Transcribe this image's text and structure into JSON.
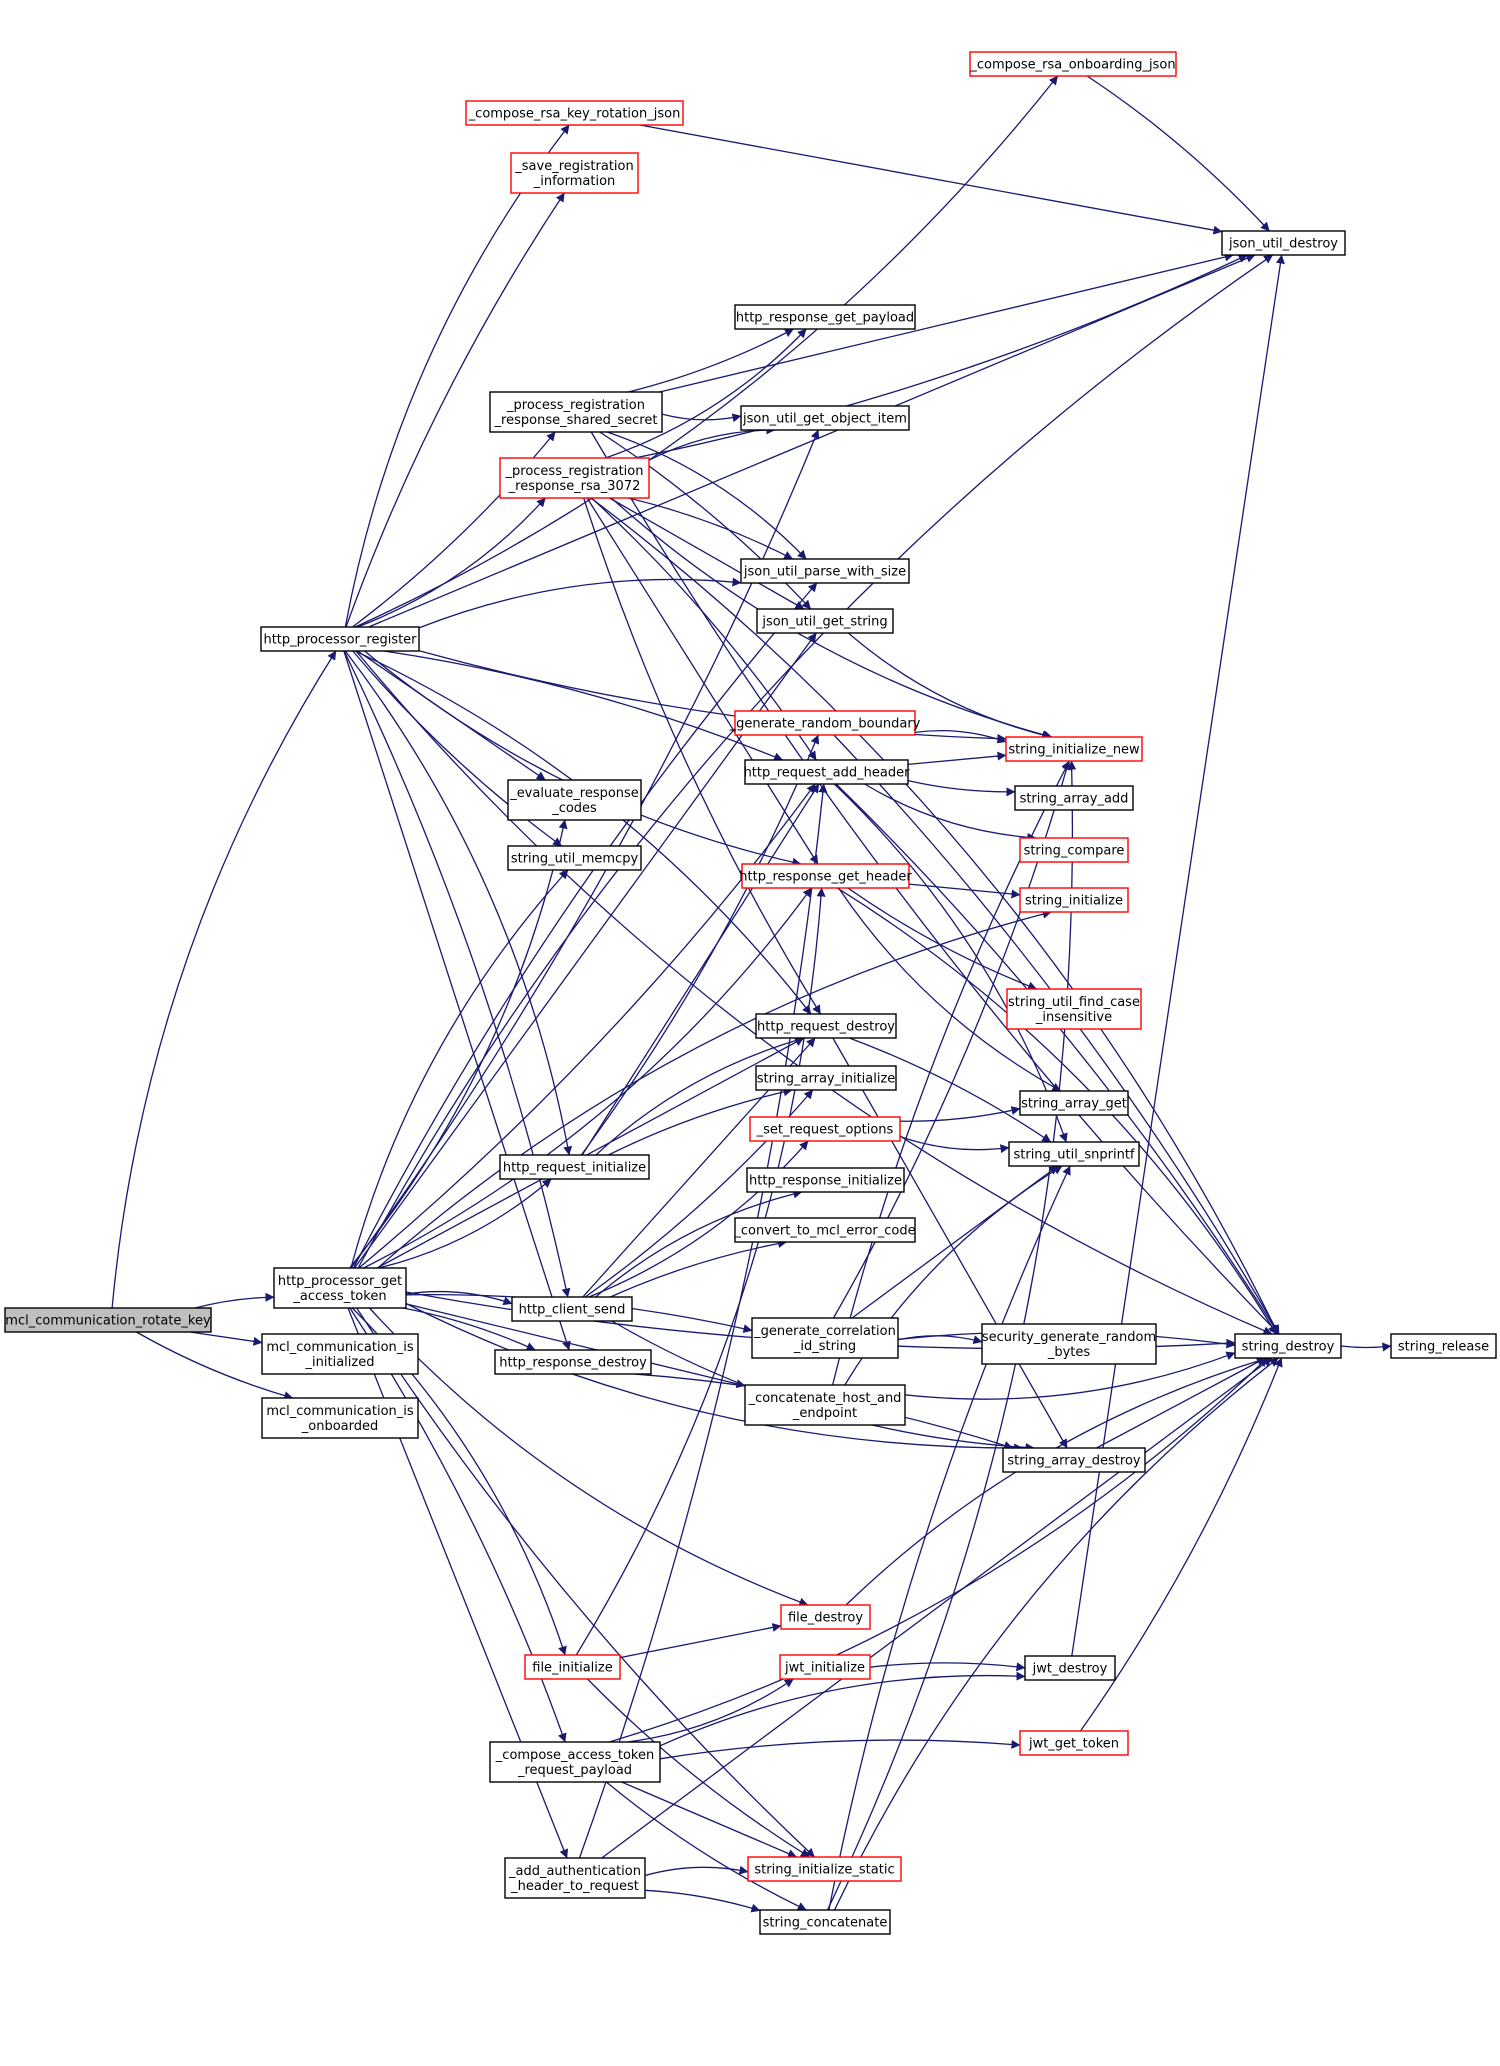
{
  "colors": {
    "edge": "#191970",
    "node_border_black": "#000000",
    "node_border_red": "#ff0000",
    "root_fill": "#bfbfbf",
    "background": "#ffffff"
  },
  "nodes": [
    {
      "id": "root",
      "lines": [
        "mcl_communication_rotate_key"
      ],
      "border": "black",
      "root": true
    },
    {
      "id": "register",
      "lines": [
        "http_processor_register"
      ],
      "border": "black"
    },
    {
      "id": "get_access_token",
      "lines": [
        "http_processor_get",
        "_access_token"
      ],
      "border": "black"
    },
    {
      "id": "is_initialized",
      "lines": [
        "mcl_communication_is",
        "_initialized"
      ],
      "border": "black"
    },
    {
      "id": "is_onboarded",
      "lines": [
        "mcl_communication_is",
        "_onboarded"
      ],
      "border": "black"
    },
    {
      "id": "compose_rsa_onboarding",
      "lines": [
        "_compose_rsa_onboarding_json"
      ],
      "border": "red"
    },
    {
      "id": "compose_rsa_key_rotation",
      "lines": [
        "_compose_rsa_key_rotation_json"
      ],
      "border": "red"
    },
    {
      "id": "save_registration",
      "lines": [
        "_save_registration",
        "_information"
      ],
      "border": "red"
    },
    {
      "id": "json_util_destroy",
      "lines": [
        "json_util_destroy"
      ],
      "border": "black"
    },
    {
      "id": "http_response_get_payload",
      "lines": [
        "http_response_get_payload"
      ],
      "border": "black"
    },
    {
      "id": "process_shared_secret",
      "lines": [
        "_process_registration",
        "_response_shared_secret"
      ],
      "border": "black"
    },
    {
      "id": "json_util_get_object_item",
      "lines": [
        "json_util_get_object_item"
      ],
      "border": "black"
    },
    {
      "id": "process_rsa_3072",
      "lines": [
        "_process_registration",
        "_response_rsa_3072"
      ],
      "border": "red"
    },
    {
      "id": "json_util_parse_with_size",
      "lines": [
        "json_util_parse_with_size"
      ],
      "border": "black"
    },
    {
      "id": "json_util_get_string",
      "lines": [
        "json_util_get_string"
      ],
      "border": "black"
    },
    {
      "id": "generate_random_boundary",
      "lines": [
        "_generate_random_boundary"
      ],
      "border": "red"
    },
    {
      "id": "string_initialize_new",
      "lines": [
        "string_initialize_new"
      ],
      "border": "red"
    },
    {
      "id": "http_request_add_header",
      "lines": [
        "http_request_add_header"
      ],
      "border": "black"
    },
    {
      "id": "string_array_add",
      "lines": [
        "string_array_add"
      ],
      "border": "black"
    },
    {
      "id": "evaluate_response_codes",
      "lines": [
        "_evaluate_response",
        "_codes"
      ],
      "border": "black"
    },
    {
      "id": "string_compare",
      "lines": [
        "string_compare"
      ],
      "border": "red"
    },
    {
      "id": "string_util_memcpy",
      "lines": [
        "string_util_memcpy"
      ],
      "border": "black"
    },
    {
      "id": "http_response_get_header",
      "lines": [
        "http_response_get_header"
      ],
      "border": "red"
    },
    {
      "id": "string_initialize",
      "lines": [
        "string_initialize"
      ],
      "border": "red"
    },
    {
      "id": "string_util_find_case_insensitive",
      "lines": [
        "string_util_find_case",
        "_insensitive"
      ],
      "border": "red"
    },
    {
      "id": "http_request_destroy",
      "lines": [
        "http_request_destroy"
      ],
      "border": "black"
    },
    {
      "id": "string_array_initialize",
      "lines": [
        "string_array_initialize"
      ],
      "border": "black"
    },
    {
      "id": "string_array_get",
      "lines": [
        "string_array_get"
      ],
      "border": "black"
    },
    {
      "id": "set_request_options",
      "lines": [
        "_set_request_options"
      ],
      "border": "red"
    },
    {
      "id": "string_util_snprintf",
      "lines": [
        "string_util_snprintf"
      ],
      "border": "black"
    },
    {
      "id": "http_request_initialize",
      "lines": [
        "http_request_initialize"
      ],
      "border": "black"
    },
    {
      "id": "http_response_initialize",
      "lines": [
        "http_response_initialize"
      ],
      "border": "black"
    },
    {
      "id": "convert_to_mcl_error_code",
      "lines": [
        "_convert_to_mcl_error_code"
      ],
      "border": "black"
    },
    {
      "id": "http_client_send",
      "lines": [
        "http_client_send"
      ],
      "border": "black"
    },
    {
      "id": "generate_correlation_id",
      "lines": [
        "_generate_correlation",
        "_id_string"
      ],
      "border": "black"
    },
    {
      "id": "security_generate_random_bytes",
      "lines": [
        "security_generate_random",
        "_bytes"
      ],
      "border": "black"
    },
    {
      "id": "string_destroy",
      "lines": [
        "string_destroy"
      ],
      "border": "black"
    },
    {
      "id": "string_release",
      "lines": [
        "string_release"
      ],
      "border": "black"
    },
    {
      "id": "http_response_destroy",
      "lines": [
        "http_response_destroy"
      ],
      "border": "black"
    },
    {
      "id": "concatenate_host_endpoint",
      "lines": [
        "_concatenate_host_and",
        "_endpoint"
      ],
      "border": "black"
    },
    {
      "id": "string_array_destroy",
      "lines": [
        "string_array_destroy"
      ],
      "border": "black"
    },
    {
      "id": "file_destroy",
      "lines": [
        "file_destroy"
      ],
      "border": "red"
    },
    {
      "id": "file_initialize",
      "lines": [
        "file_initialize"
      ],
      "border": "red"
    },
    {
      "id": "jwt_initialize",
      "lines": [
        "jwt_initialize"
      ],
      "border": "red"
    },
    {
      "id": "jwt_destroy",
      "lines": [
        "jwt_destroy"
      ],
      "border": "black"
    },
    {
      "id": "compose_access_token_payload",
      "lines": [
        "_compose_access_token",
        "_request_payload"
      ],
      "border": "black"
    },
    {
      "id": "jwt_get_token",
      "lines": [
        "jwt_get_token"
      ],
      "border": "red"
    },
    {
      "id": "add_authentication_header",
      "lines": [
        "_add_authentication",
        "_header_to_request"
      ],
      "border": "black"
    },
    {
      "id": "string_initialize_static",
      "lines": [
        "string_initialize_static"
      ],
      "border": "red"
    },
    {
      "id": "string_concatenate",
      "lines": [
        "string_concatenate"
      ],
      "border": "black"
    }
  ],
  "edges": [
    [
      "root",
      "register"
    ],
    [
      "root",
      "get_access_token"
    ],
    [
      "root",
      "is_initialized"
    ],
    [
      "root",
      "is_onboarded"
    ],
    [
      "register",
      "compose_rsa_onboarding"
    ],
    [
      "register",
      "compose_rsa_key_rotation"
    ],
    [
      "register",
      "save_registration"
    ],
    [
      "register",
      "json_util_destroy"
    ],
    [
      "register",
      "process_shared_secret"
    ],
    [
      "register",
      "process_rsa_3072"
    ],
    [
      "register",
      "json_util_parse_with_size"
    ],
    [
      "register",
      "http_request_add_header"
    ],
    [
      "register",
      "evaluate_response_codes"
    ],
    [
      "register",
      "string_util_memcpy"
    ],
    [
      "register",
      "http_response_get_header"
    ],
    [
      "register",
      "http_request_initialize"
    ],
    [
      "register",
      "http_client_send"
    ],
    [
      "register",
      "http_response_destroy"
    ],
    [
      "register",
      "string_initialize_new"
    ],
    [
      "register",
      "string_destroy"
    ],
    [
      "register",
      "http_request_destroy"
    ],
    [
      "compose_rsa_onboarding",
      "json_util_destroy"
    ],
    [
      "compose_rsa_key_rotation",
      "json_util_destroy"
    ],
    [
      "process_shared_secret",
      "http_response_get_payload"
    ],
    [
      "process_shared_secret",
      "json_util_get_object_item"
    ],
    [
      "process_shared_secret",
      "json_util_parse_with_size"
    ],
    [
      "process_shared_secret",
      "json_util_get_string"
    ],
    [
      "process_shared_secret",
      "json_util_destroy"
    ],
    [
      "process_shared_secret",
      "string_destroy"
    ],
    [
      "process_rsa_3072",
      "http_response_get_payload"
    ],
    [
      "process_rsa_3072",
      "json_util_get_object_item"
    ],
    [
      "process_rsa_3072",
      "json_util_parse_with_size"
    ],
    [
      "process_rsa_3072",
      "json_util_get_string"
    ],
    [
      "process_rsa_3072",
      "json_util_destroy"
    ],
    [
      "process_rsa_3072",
      "string_initialize_new"
    ],
    [
      "process_rsa_3072",
      "string_destroy"
    ],
    [
      "process_rsa_3072",
      "http_request_add_header"
    ],
    [
      "process_rsa_3072",
      "http_response_get_header"
    ],
    [
      "process_rsa_3072",
      "http_request_destroy"
    ],
    [
      "json_util_get_string",
      "string_initialize_new"
    ],
    [
      "generate_random_boundary",
      "string_initialize_new"
    ],
    [
      "generate_random_boundary",
      "string_destroy"
    ],
    [
      "http_request_add_header",
      "string_initialize_new"
    ],
    [
      "http_request_add_header",
      "string_array_add"
    ],
    [
      "http_request_add_header",
      "string_compare"
    ],
    [
      "http_request_add_header",
      "string_util_snprintf"
    ],
    [
      "http_request_add_header",
      "string_destroy"
    ],
    [
      "http_response_get_header",
      "string_initialize"
    ],
    [
      "http_response_get_header",
      "string_util_find_case_insensitive"
    ],
    [
      "http_response_get_header",
      "string_array_get"
    ],
    [
      "http_response_get_header",
      "string_destroy"
    ],
    [
      "http_request_destroy",
      "string_util_snprintf"
    ],
    [
      "http_request_destroy",
      "string_array_destroy"
    ],
    [
      "set_request_options",
      "string_array_get"
    ],
    [
      "set_request_options",
      "string_util_snprintf"
    ],
    [
      "http_request_initialize",
      "http_request_destroy"
    ],
    [
      "http_request_initialize",
      "string_array_initialize"
    ],
    [
      "http_request_initialize",
      "http_request_add_header"
    ],
    [
      "http_request_initialize",
      "generate_random_boundary"
    ],
    [
      "http_client_send",
      "set_request_options"
    ],
    [
      "http_client_send",
      "http_response_initialize"
    ],
    [
      "http_client_send",
      "convert_to_mcl_error_code"
    ],
    [
      "http_client_send",
      "http_request_destroy"
    ],
    [
      "http_client_send",
      "string_array_initialize"
    ],
    [
      "http_client_send",
      "string_array_destroy"
    ],
    [
      "generate_correlation_id",
      "security_generate_random_bytes"
    ],
    [
      "generate_correlation_id",
      "string_destroy"
    ],
    [
      "generate_correlation_id",
      "string_util_snprintf"
    ],
    [
      "generate_correlation_id",
      "string_initialize_new"
    ],
    [
      "concatenate_host_endpoint",
      "string_destroy"
    ],
    [
      "concatenate_host_endpoint",
      "string_util_snprintf"
    ],
    [
      "concatenate_host_endpoint",
      "string_initialize_new"
    ],
    [
      "string_array_destroy",
      "string_destroy"
    ],
    [
      "string_destroy",
      "string_release"
    ],
    [
      "get_access_token",
      "http_request_initialize"
    ],
    [
      "get_access_token",
      "http_client_send"
    ],
    [
      "get_access_token",
      "http_response_destroy"
    ],
    [
      "get_access_token",
      "http_request_destroy"
    ],
    [
      "get_access_token",
      "http_request_add_header"
    ],
    [
      "get_access_token",
      "evaluate_response_codes"
    ],
    [
      "get_access_token",
      "string_util_memcpy"
    ],
    [
      "get_access_token",
      "json_util_parse_with_size"
    ],
    [
      "get_access_token",
      "json_util_get_string"
    ],
    [
      "get_access_token",
      "json_util_get_object_item"
    ],
    [
      "get_access_token",
      "http_response_get_header"
    ],
    [
      "get_access_token",
      "string_initialize"
    ],
    [
      "get_access_token",
      "generate_correlation_id"
    ],
    [
      "get_access_token",
      "concatenate_host_endpoint"
    ],
    [
      "get_access_token",
      "string_destroy"
    ],
    [
      "get_access_token",
      "file_destroy"
    ],
    [
      "get_access_token",
      "file_initialize"
    ],
    [
      "get_access_token",
      "compose_access_token_payload"
    ],
    [
      "get_access_token",
      "add_authentication_header"
    ],
    [
      "get_access_token",
      "string_initialize_static"
    ],
    [
      "get_access_token",
      "string_array_destroy"
    ],
    [
      "get_access_token",
      "json_util_destroy"
    ],
    [
      "http_response_destroy",
      "string_array_destroy"
    ],
    [
      "file_initialize",
      "file_destroy"
    ],
    [
      "file_initialize",
      "string_initialize_static"
    ],
    [
      "file_initialize",
      "http_response_get_header"
    ],
    [
      "file_destroy",
      "string_destroy"
    ],
    [
      "jwt_initialize",
      "jwt_destroy"
    ],
    [
      "jwt_destroy",
      "json_util_destroy"
    ],
    [
      "jwt_get_token",
      "string_destroy"
    ],
    [
      "compose_access_token_payload",
      "jwt_initialize"
    ],
    [
      "compose_access_token_payload",
      "jwt_destroy"
    ],
    [
      "compose_access_token_payload",
      "jwt_get_token"
    ],
    [
      "compose_access_token_payload",
      "string_initialize_static"
    ],
    [
      "compose_access_token_payload",
      "string_concatenate"
    ],
    [
      "compose_access_token_payload",
      "string_destroy"
    ],
    [
      "add_authentication_header",
      "string_initialize_static"
    ],
    [
      "add_authentication_header",
      "string_concatenate"
    ],
    [
      "add_authentication_header",
      "string_destroy"
    ],
    [
      "add_authentication_header",
      "http_request_add_header"
    ],
    [
      "string_concatenate",
      "string_initialize_new"
    ],
    [
      "string_concatenate",
      "string_destroy"
    ],
    [
      "string_concatenate",
      "string_util_snprintf"
    ]
  ]
}
